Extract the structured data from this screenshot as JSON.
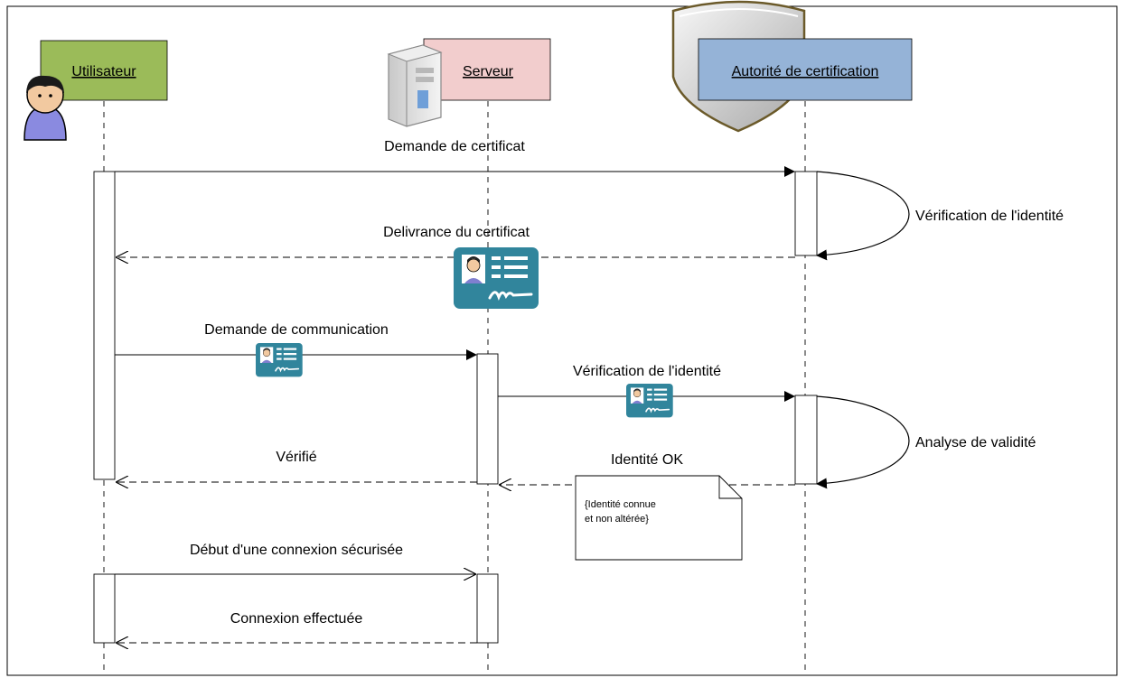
{
  "colors": {
    "utilisateur_fill": "#9bbb59",
    "serveur_fill": "#f2cdcd",
    "autorite_fill": "#95b3d7",
    "certificate": "#31859c",
    "frame": "#000000",
    "activation_fill": "#ffffff"
  },
  "actors": {
    "utilisateur": "Utilisateur",
    "serveur": "Serveur",
    "autorite": "Autorité de certification"
  },
  "icons": {
    "user": "user-icon",
    "server": "server-tower-icon",
    "shield": "shield-icon",
    "certificate": "identity-certificate-icon"
  },
  "messages": {
    "m1": "Demande de certificat",
    "m2": "Delivrance du certificat",
    "m3": "Demande de communication",
    "m4": "Vérification de l'identité",
    "m5": "Vérifié",
    "m6": "Identité OK",
    "m7": "Début d'une connexion sécurisée",
    "m8": "Connexion effectuée",
    "self1": "Vérification de l'identité",
    "self2": "Analyse de validité"
  },
  "note": {
    "line1": "{Identité connue",
    "line2": "et non altérée}"
  }
}
